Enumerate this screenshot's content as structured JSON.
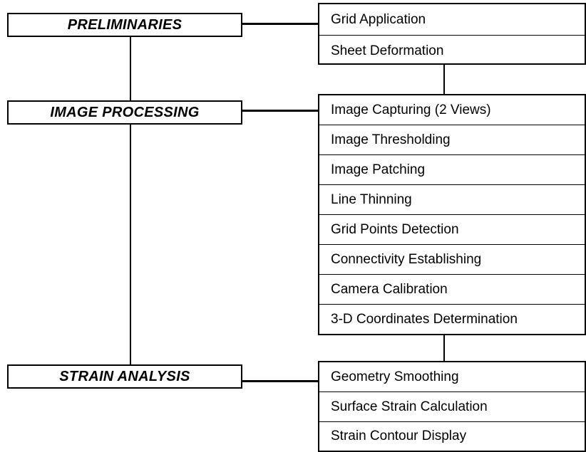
{
  "stages": [
    {
      "label": "PRELIMINARIES",
      "steps": [
        "Grid Application",
        "Sheet Deformation"
      ]
    },
    {
      "label": "IMAGE PROCESSING",
      "steps": [
        "Image Capturing (2 Views)",
        "Image Thresholding",
        "Image Patching",
        "Line Thinning",
        "Grid Points Detection",
        "Connectivity Establishing",
        "Camera Calibration",
        "3-D Coordinates Determination"
      ]
    },
    {
      "label": "STRAIN ANALYSIS",
      "steps": [
        "Geometry Smoothing",
        "Surface Strain Calculation",
        "Strain Contour Display"
      ]
    }
  ]
}
